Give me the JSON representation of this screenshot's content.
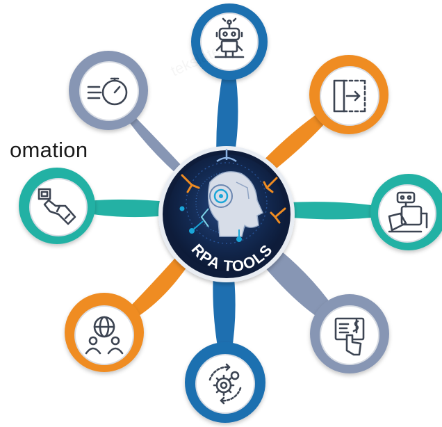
{
  "caption": "omation",
  "center_label": "RPA TOOLS",
  "watermark_text": "tekslate",
  "colors": {
    "blue": "#1e6fb0",
    "orange": "#ef8c22",
    "teal": "#24b1a4",
    "slate": "#8796b4",
    "hub_dark": "#0e1c3a",
    "hub_ring": "#1f3d72",
    "icon_stroke": "#3c4452"
  },
  "petals": [
    {
      "name": "robot",
      "icon": "robot-icon",
      "color": "blue"
    },
    {
      "name": "speed",
      "icon": "stopwatch-icon",
      "color": "slate"
    },
    {
      "name": "layout",
      "icon": "expand-panel-icon",
      "color": "orange"
    },
    {
      "name": "hand-touch",
      "icon": "hand-touch-icon",
      "color": "teal"
    },
    {
      "name": "robot-arm",
      "icon": "robot-arm-icon",
      "color": "teal"
    },
    {
      "name": "global-team",
      "icon": "global-team-icon",
      "color": "orange"
    },
    {
      "name": "dollar-touch",
      "icon": "touch-payment-icon",
      "color": "slate"
    },
    {
      "name": "gears",
      "icon": "gears-cycle-icon",
      "color": "blue"
    }
  ]
}
